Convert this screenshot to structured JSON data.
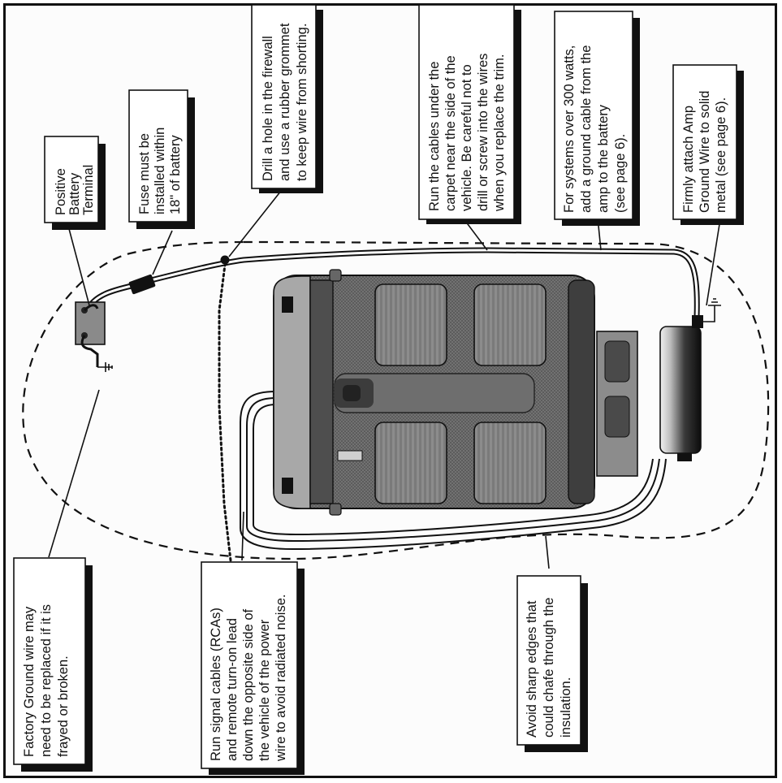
{
  "labels": {
    "positive_terminal": [
      "Positive",
      "Battery",
      "Terminal"
    ],
    "fuse": [
      "Fuse must be",
      "installed within",
      "18\" of battery"
    ],
    "firewall": [
      "Drill a hole in the firewall",
      "and use a rubber grommet",
      "to keep wire from shorting."
    ],
    "carpet": [
      "Run the cables under the",
      "carpet near the side of the",
      "vehicle. Be careful not to",
      "drill or screw into the wires",
      "when you replace the trim."
    ],
    "ground_cable": [
      "For systems over 300 watts,",
      "add a ground cable from the",
      "amp to the battery",
      "(see page 6)."
    ],
    "amp_ground": [
      "Firmly attach Amp",
      "Ground Wire to solid",
      "metal (see page 6)."
    ],
    "factory_ground": [
      "Factory Ground wire may",
      "need to be replaced if it is",
      "frayed or broken."
    ],
    "signal_cables": [
      "Run signal cables (RCAs)",
      "and remote turn-on lead",
      "down the opposite side of",
      "the vehicle of the power",
      "wire to avoid radiated noise."
    ],
    "sharp_edges": [
      "Avoid sharp edges that",
      "could chafe through the",
      "insulation."
    ]
  },
  "colors": {
    "ink": "#111111",
    "car_body": "#6a6a6a",
    "seat": "#8a8a8a",
    "background": "#fcfcfc"
  }
}
